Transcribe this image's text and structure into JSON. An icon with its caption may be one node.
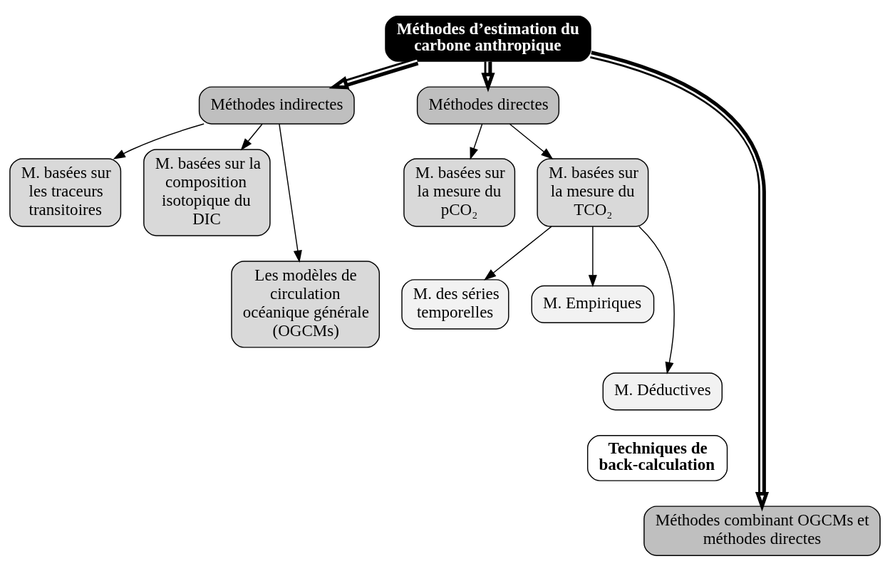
{
  "diagram": {
    "nodes": [
      {
        "text": [
          "Méthodes d’estimation du carbone anthropique"
        ]
      },
      {
        "text": [
          "Méthodes indirectes"
        ]
      },
      {
        "text": [
          "Méthodes directes"
        ]
      },
      {
        "text": [
          "M. basées sur les traceurs transitoires"
        ]
      },
      {
        "text": [
          "M. basées sur la composition isotopique du DIC"
        ]
      },
      {
        "text": [
          "Les modèles de circulation océanique générale (OGCMs)"
        ]
      },
      {
        "text": [
          "M. basées sur la mesure du pCO₂"
        ]
      },
      {
        "text": [
          "M. basées sur la mesure du TCO₂"
        ]
      },
      {
        "text": [
          "M. des séries temporelles"
        ]
      },
      {
        "text": [
          "M. Empiriques"
        ]
      },
      {
        "text": [
          "M. Déductives"
        ]
      },
      {
        "text": [
          "Techniques de back-calculation"
        ]
      },
      {
        "text": [
          "Méthodes combinant OGCMs et méthodes directes"
        ]
      }
    ],
    "edges": [
      {
        "from": 0,
        "to": 1,
        "arrow": "to",
        "style": "thick"
      },
      {
        "from": 0,
        "to": 2,
        "arrow": "to",
        "style": "thick"
      },
      {
        "from": 0,
        "to": 12,
        "arrow": "to",
        "style": "thick"
      },
      {
        "from": 1,
        "to": 3,
        "arrow": "to"
      },
      {
        "from": 1,
        "to": 4,
        "arrow": "to"
      },
      {
        "from": 1,
        "to": 5,
        "arrow": "to"
      },
      {
        "from": 2,
        "to": 6,
        "arrow": "to"
      },
      {
        "from": 2,
        "to": 7,
        "arrow": "to"
      },
      {
        "from": 7,
        "to": 8,
        "arrow": "to"
      },
      {
        "from": 7,
        "to": 9,
        "arrow": "to"
      },
      {
        "from": 7,
        "to": 10,
        "arrow": "to"
      }
    ]
  }
}
